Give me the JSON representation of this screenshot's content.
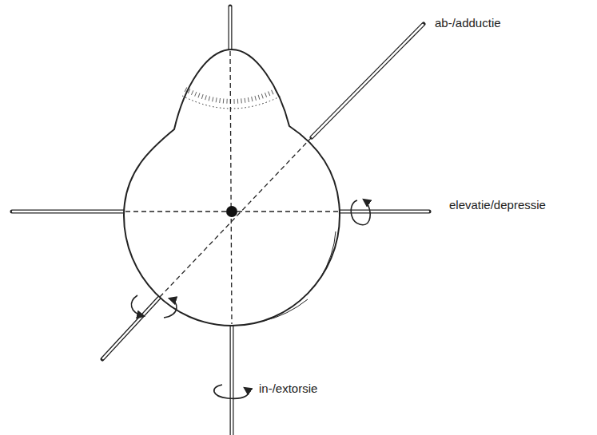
{
  "diagram": {
    "labels": [
      "ab-/adductie",
      "elevatie/depressie",
      "in-/extorsie"
    ]
  }
}
